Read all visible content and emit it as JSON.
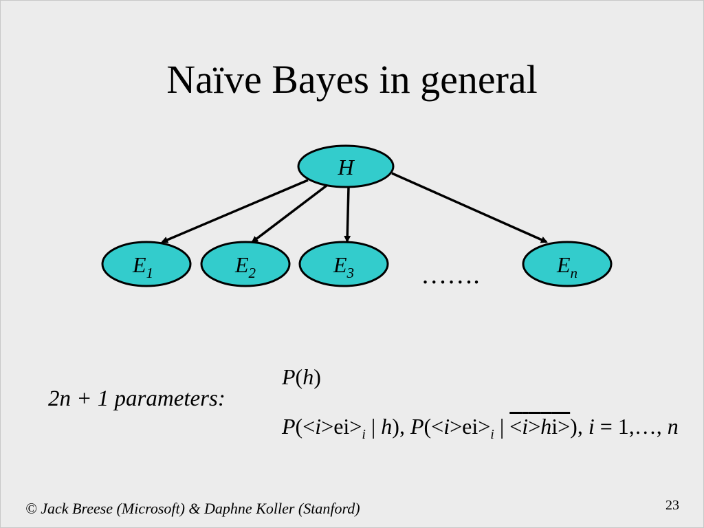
{
  "slide": {
    "title": "Naïve Bayes in general",
    "page_number": "23",
    "footer": "© Jack Breese (Microsoft) & Daphne Koller (Stanford)"
  },
  "diagram": {
    "node_fill": "#33cccc",
    "root": {
      "label": "H"
    },
    "children": [
      {
        "label": "E",
        "sub": "1"
      },
      {
        "label": "E",
        "sub": "2"
      },
      {
        "label": "E",
        "sub": "3"
      },
      {
        "label": "E",
        "sub": "n"
      }
    ],
    "ellipsis": "……."
  },
  "parameters": {
    "label": "2n + 1 parameters:",
    "formula_line1": "P(h)",
    "formula_line2": "P(ei | h), P(ei | h̄),  i = 1,…, n"
  }
}
